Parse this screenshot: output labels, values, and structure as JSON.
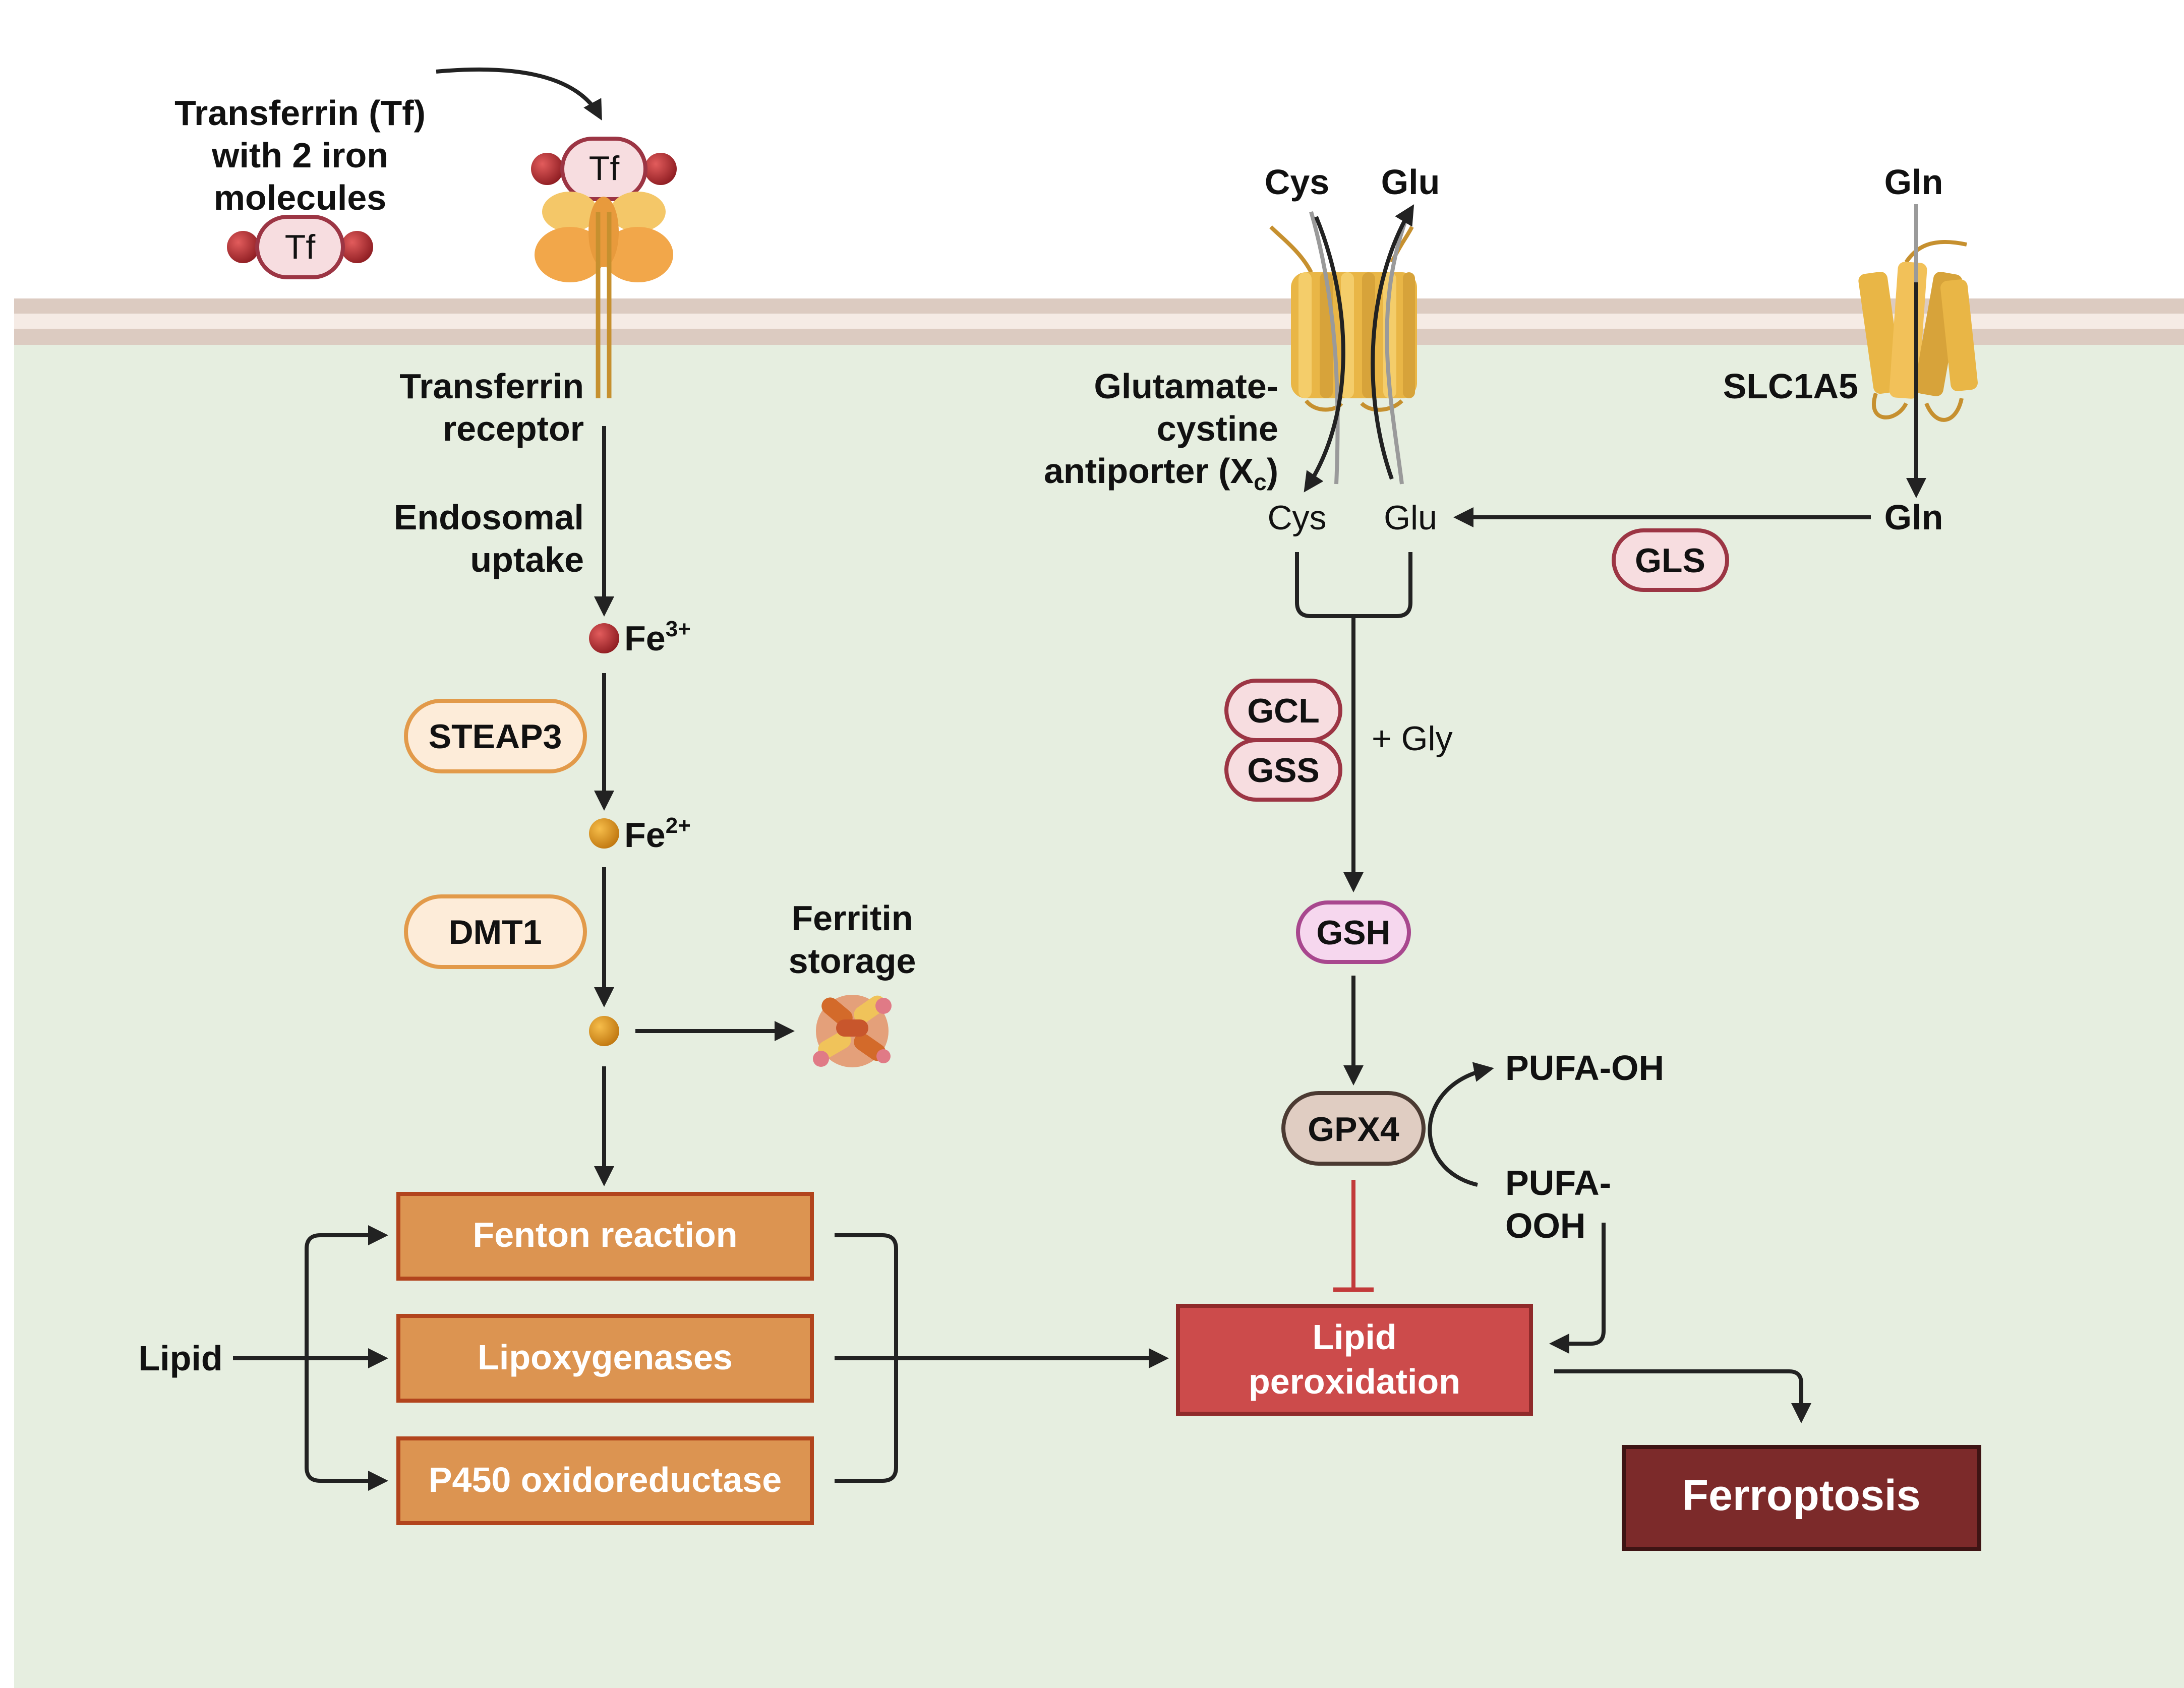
{
  "tf_free": {
    "label_line1": "Transferrin (Tf)",
    "label_line2": "with 2 iron",
    "label_line3": "molecules",
    "pill": "Tf"
  },
  "tf_bound": {
    "pill": "Tf"
  },
  "receptor": {
    "line1": "Transferrin",
    "line2": "receptor"
  },
  "endosomal": {
    "line1": "Endosomal",
    "line2": "uptake"
  },
  "fe3": {
    "base": "Fe",
    "sup": "3+"
  },
  "steap3": "STEAP3",
  "fe2": {
    "base": "Fe",
    "sup": "2+"
  },
  "dmt1": "DMT1",
  "ferritin": {
    "line1": "Ferritin",
    "line2": "storage"
  },
  "boxes": {
    "fenton": "Fenton reaction",
    "lipoxygenases": "Lipoxygenases",
    "p450": "P450 oxidoreductase"
  },
  "lipid": "Lipid",
  "lipid_peroxidation": {
    "line1": "Lipid",
    "line2": "peroxidation"
  },
  "ferroptosis": "Ferroptosis",
  "xc": {
    "cys_out": "Cys",
    "glu_out": "Glu",
    "line1": "Glutamate-",
    "line2": "cystine",
    "line3": "antiporter (X",
    "sub": "c",
    "line3_end": ")",
    "cys_in": "Cys",
    "glu_in": "Glu"
  },
  "slc1a5": {
    "gln_out": "Gln",
    "label": "SLC1A5",
    "gln_in": "Gln"
  },
  "gls": "GLS",
  "gcl": "GCL",
  "gss": "GSS",
  "plus_gly": "+ Gly",
  "gsh": "GSH",
  "gpx4": "GPX4",
  "pufa_oh": "PUFA-OH",
  "pufa_ooh": {
    "line1": "PUFA-",
    "line2": "OOH"
  },
  "colors": {
    "cytoplasm": "#e6eee0",
    "membrane_outer": "#dccbc1",
    "membrane_inner": "#f5ebe5",
    "iron_red": "#b0282e",
    "iron_orange": "#e0951a",
    "enzyme_box": "#dc9451",
    "enzyme_box_border": "#b2441d",
    "lipid_perox": "#cc4b4b",
    "ferroptosis": "#7c2a2a",
    "pill_pink_fill": "#f7dde0",
    "pill_pink_border": "#9c3544",
    "pill_orange_fill": "#fdecd9",
    "pill_orange_border": "#e29a4a",
    "gsh_fill": "#f6d7ee",
    "gsh_border": "#a8478e",
    "gpx4_fill": "#e0cdc2",
    "gpx4_border": "#4b3a32",
    "inhibit_red": "#c23a3a",
    "transporter_gold": "#e9b646"
  }
}
